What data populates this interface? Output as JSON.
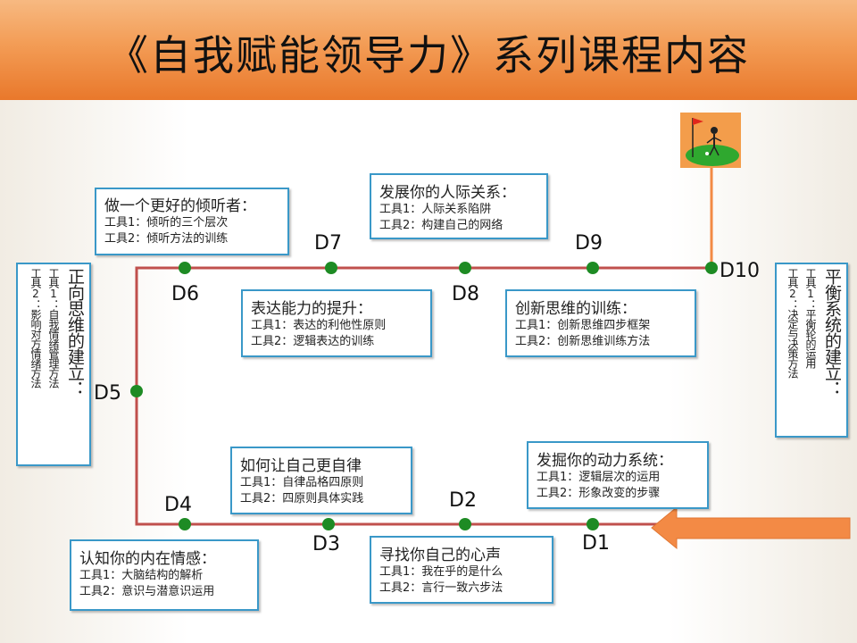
{
  "title": "《自我赋能领导力》系列课程内容",
  "colors": {
    "route": "#c0504d",
    "node": "#1e8b24",
    "box_border": "#3a98c8",
    "arrow": "#f38a45"
  },
  "days": [
    "D1",
    "D2",
    "D3",
    "D4",
    "D5",
    "D6",
    "D7",
    "D8",
    "D9",
    "D10"
  ],
  "boxes": {
    "d1": {
      "title": "发掘你的动力系统：",
      "tool1": "工具1：逻辑层次的运用",
      "tool2": "工具2：形象改变的步骤"
    },
    "d2": {
      "title": "寻找你自己的心声",
      "tool1": "工具1：我在乎的是什么",
      "tool2": "工具2：言行一致六步法"
    },
    "d3": {
      "title": "如何让自己更自律",
      "tool1": "工具1：自律品格四原则",
      "tool2": "工具2：四原则具体实践"
    },
    "d4": {
      "title": "认知你的内在情感：",
      "tool1": "工具1：大脑结构的解析",
      "tool2": "工具2：意识与潜意识运用"
    },
    "d5": {
      "title": "正向思维的建立：",
      "tool1": "工具1：自我情绪管理方法",
      "tool2": "工具2：影响对方情绪方法"
    },
    "d6": {
      "title": "做一个更好的倾听者：",
      "tool1": "工具1：倾听的三个层次",
      "tool2": "工具2：倾听方法的训练"
    },
    "d7": {
      "title": "发展你的人际关系：",
      "tool1": "工具1：人际关系陷阱",
      "tool2": "工具2：构建自己的网络"
    },
    "d8": {
      "title": "表达能力的提升：",
      "tool1": "工具1：表达的利他性原则",
      "tool2": "工具2：逻辑表达的训练"
    },
    "d9": {
      "title": "创新思维的训练：",
      "tool1": "工具1：创新思维四步框架",
      "tool2": "工具2：创新思维训练方法"
    },
    "d10": {
      "title": "平衡系统的建立：",
      "tool1": "工具1：平衡轮的运用",
      "tool2": "工具2：决定与决策方法"
    }
  }
}
